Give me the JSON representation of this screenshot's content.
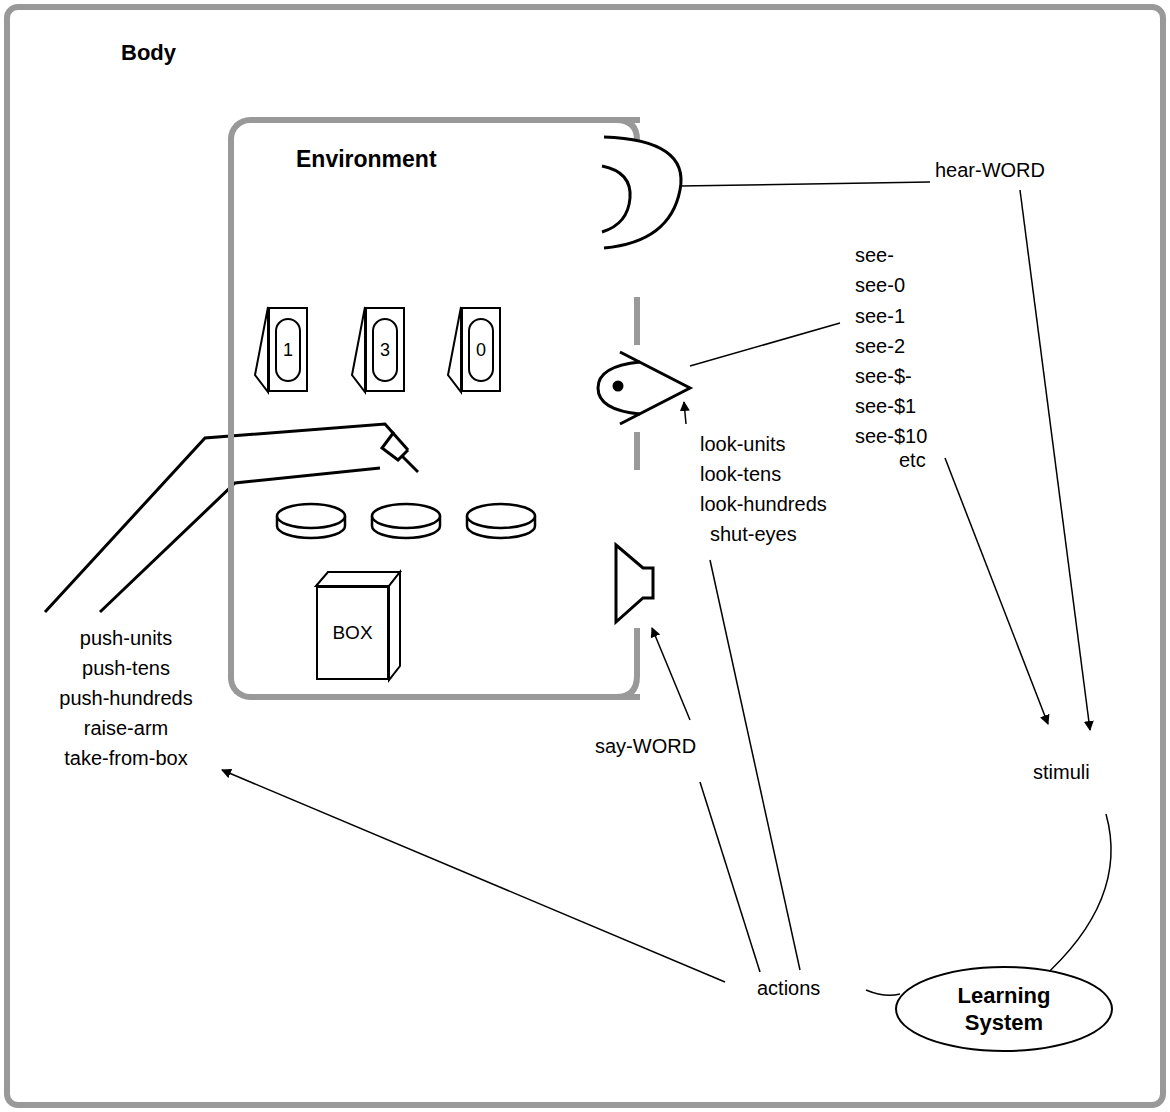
{
  "diagram": {
    "nodes": [
      {
        "text": [
          "Body"
        ]
      },
      {
        "text": [
          "Environment"
        ],
        "in": 0
      },
      {
        "text": [
          "1"
        ],
        "in": 1
      },
      {
        "text": [
          "3"
        ],
        "in": 1
      },
      {
        "text": [
          "0"
        ],
        "in": 1
      },
      {
        "text": [
          "BOX"
        ],
        "in": 1
      },
      {
        "text": [
          "Learning System"
        ],
        "in": 0
      }
    ],
    "labels": [
      "hear-WORD",
      "see-",
      "see-0",
      "see-1",
      "see-2",
      "see-$-",
      "see-$1",
      "see-$10",
      "etc",
      "look-units",
      "look-tens",
      "look-hundreds",
      "shut-eyes",
      "push-units",
      "push-tens",
      "push-hundreds",
      "raise-arm",
      "take-from-box",
      "say-WORD",
      "stimuli",
      "actions"
    ]
  }
}
